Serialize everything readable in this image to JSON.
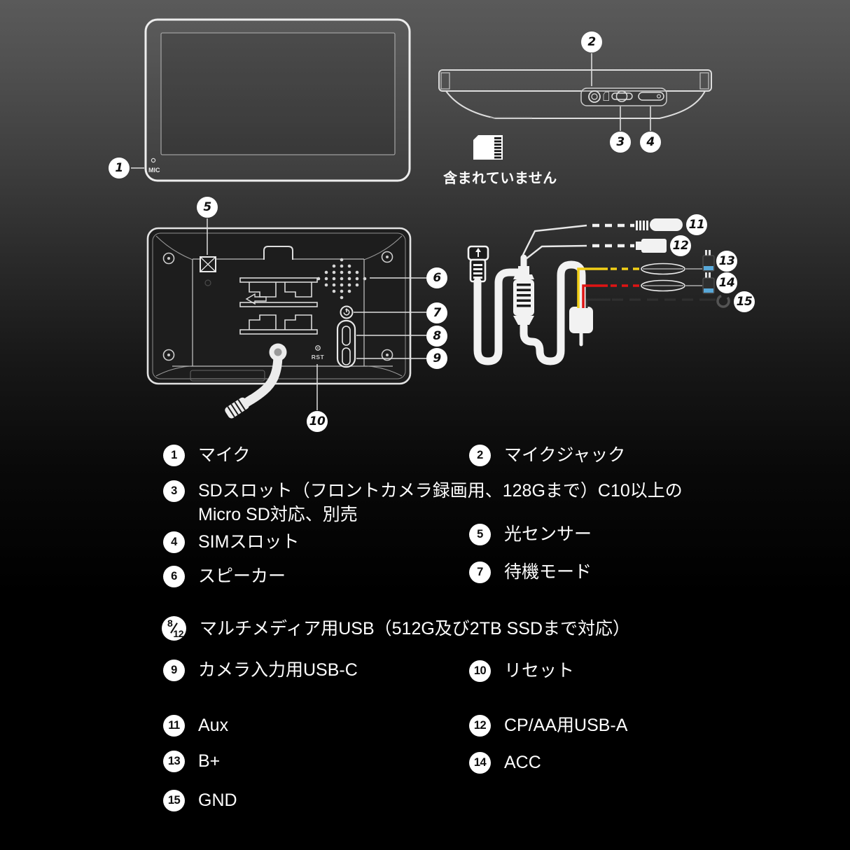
{
  "device_labels": {
    "mic": "MIC",
    "rst": "RST",
    "sd_note": "含まれていません"
  },
  "callouts": [
    "1",
    "2",
    "3",
    "4",
    "5",
    "6",
    "7",
    "8",
    "9",
    "10",
    "11",
    "12",
    "13",
    "14",
    "15"
  ],
  "colors": {
    "line_art": "#ededed",
    "badge_bg": "#ffffff",
    "badge_text": "#101010",
    "wire_yellow": "#f2cf16",
    "wire_red": "#e01414",
    "wire_black": "#303030",
    "connector_blue": "#58a8d8",
    "legend_text": "#ffffff"
  },
  "legend": {
    "items": [
      {
        "num": "1",
        "label": "マイク"
      },
      {
        "num": "2",
        "label": "マイクジャック"
      },
      {
        "num": "3",
        "label": "SDスロット（フロントカメラ録画用、128Gまで）C10以上のMicro SD対応、別売"
      },
      {
        "num": "4",
        "label": "SIMスロット"
      },
      {
        "num": "5",
        "label": "光センサー"
      },
      {
        "num": "6",
        "label": "スピーカー"
      },
      {
        "num": "7",
        "label": "待機モード"
      },
      {
        "num": "8/12",
        "num_top": "8",
        "num_bottom": "12",
        "label": "マルチメディア用USB（512G及び2TB SSDまで対応）"
      },
      {
        "num": "9",
        "label": "カメラ入力用USB-C"
      },
      {
        "num": "10",
        "label": "リセット"
      },
      {
        "num": "11",
        "label": "Aux"
      },
      {
        "num": "12",
        "label": "CP/AA用USB-A"
      },
      {
        "num": "13",
        "label": "B+"
      },
      {
        "num": "14",
        "label": "ACC"
      },
      {
        "num": "15",
        "label": "GND"
      }
    ]
  }
}
